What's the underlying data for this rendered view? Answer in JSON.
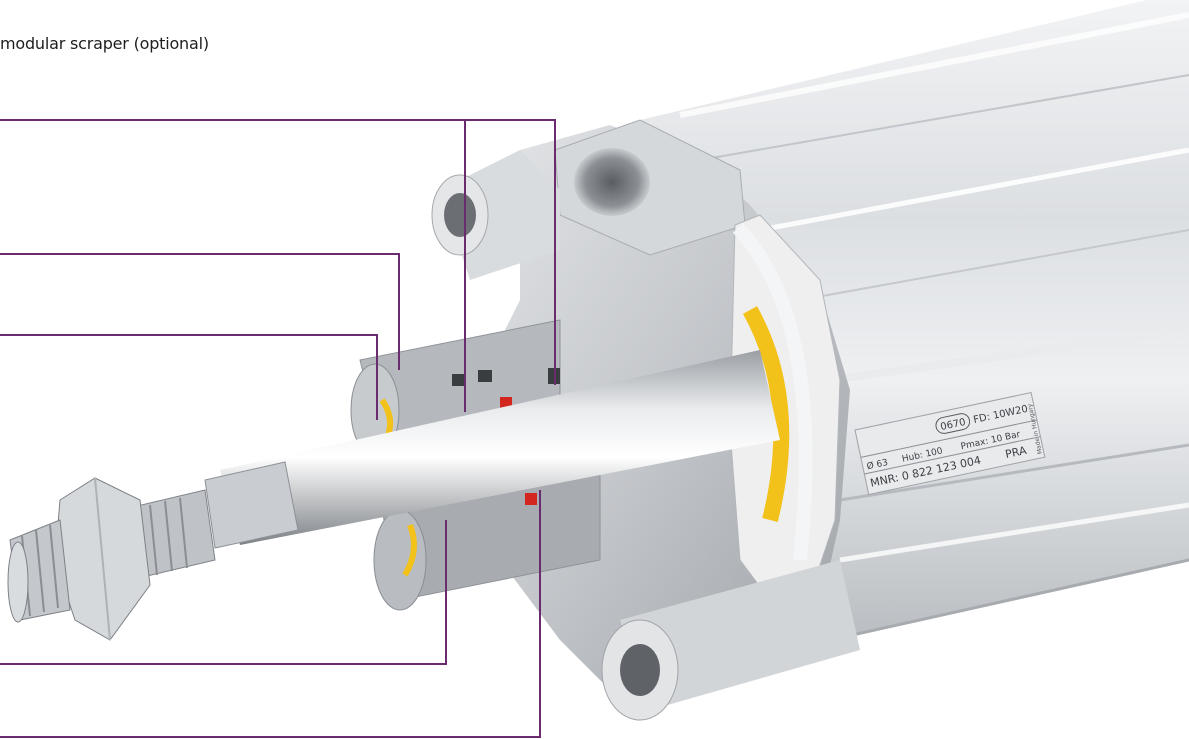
{
  "caption": "modular scraper (optional)",
  "colors": {
    "leader": "#6a2c6e",
    "background": "#ffffff",
    "aluminium_light": "#eef0f2",
    "aluminium_mid": "#c9ccd0",
    "aluminium_dark": "#8a8e93",
    "seal_yellow": "#f2c21a",
    "seal_red": "#d2261f"
  },
  "icons": [
    "cylinder-illustration",
    "hex-nut",
    "threaded-rod-end"
  ],
  "label_plate": {
    "code": "0670",
    "fd": "FD: 10W20",
    "diameter": "Ø 63",
    "stroke": "Hub: 100",
    "pmax": "Pmax: 10 Bar",
    "mnr": "MNR: 0 822 123 004",
    "series": "PRA",
    "origin": "Made in Hungary"
  }
}
